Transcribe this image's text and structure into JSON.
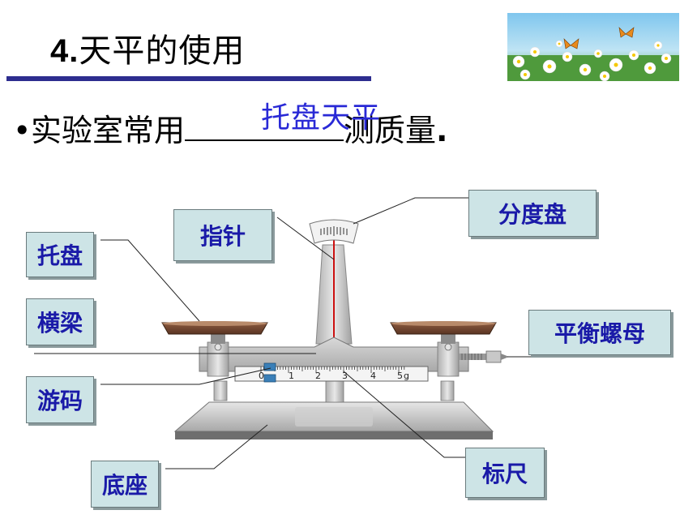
{
  "title": {
    "number": "4.",
    "text": "天平的使用"
  },
  "question": {
    "before": "实验室常用",
    "after": "测质量",
    "end": ".",
    "answer": "托盘天平"
  },
  "labels": {
    "pointer": "指针",
    "dial": "分度盘",
    "pan": "托盘",
    "beam": "横梁",
    "balance_nut": "平衡螺母",
    "rider": "游码",
    "scale": "标尺",
    "base": "底座"
  },
  "scale_ticks": [
    "0",
    "1",
    "2",
    "3",
    "4",
    "5",
    "g"
  ],
  "colors": {
    "accent": "#2d2d8f",
    "answer": "#2929d6",
    "label_bg": "#cde4e6",
    "label_text": "#1a1aa8"
  }
}
